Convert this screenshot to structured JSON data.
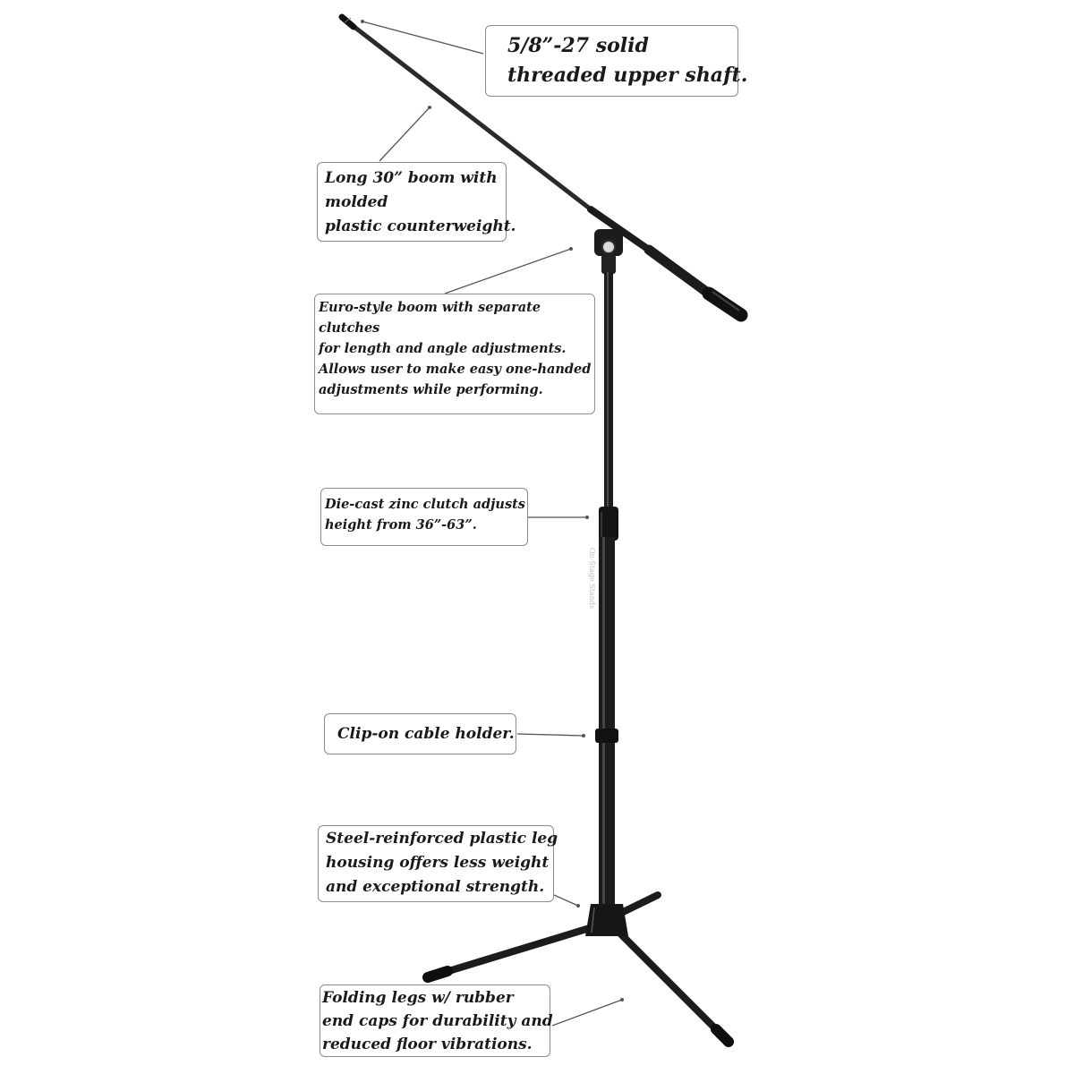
{
  "product": {
    "brand_label": "On-Stage Stands"
  },
  "callouts": [
    {
      "id": "upper-shaft",
      "lines": [
        "5/8”-27 solid",
        "threaded upper shaft."
      ]
    },
    {
      "id": "boom",
      "lines": [
        "Long 30” boom with",
        "molded",
        "plastic counterweight."
      ]
    },
    {
      "id": "euro-boom",
      "lines": [
        "Euro-style boom with separate",
        "clutches",
        "for length and angle adjustments.",
        "Allows user to make easy one-handed",
        "adjustments while performing."
      ]
    },
    {
      "id": "clutch",
      "lines": [
        "Die-cast zinc clutch adjusts",
        "height from 36”-63”."
      ]
    },
    {
      "id": "cable-holder",
      "lines": [
        "Clip-on cable holder."
      ]
    },
    {
      "id": "leg-housing",
      "lines": [
        "Steel-reinforced plastic leg",
        "housing offers less weight",
        "and exceptional strength."
      ]
    },
    {
      "id": "folding-legs",
      "lines": [
        "Folding legs w/ rubber",
        "end caps for durability and",
        "reduced floor vibrations."
      ]
    }
  ],
  "colors": {
    "stand": "#1c1c1c",
    "stand_highlight": "#4a4a4a",
    "leader_line": "#555555",
    "box_border": "#8c8c8c",
    "text": "#1a1a1a"
  }
}
